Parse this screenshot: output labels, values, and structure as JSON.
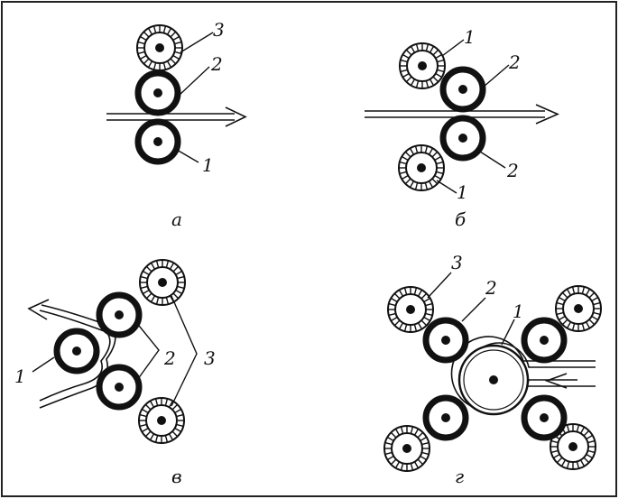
{
  "panels": {
    "a": {
      "caption": "а",
      "labels": {
        "top_roll": "3",
        "mid_roll": "2",
        "bottom_roll": "1"
      }
    },
    "b": {
      "caption": "б",
      "labels": {
        "top_backup": "1",
        "top_work": "2",
        "bottom_work": "2",
        "bottom_backup": "1"
      }
    },
    "v": {
      "caption": "в",
      "labels": {
        "center_roll": "1",
        "work_rolls": "2",
        "backup_rolls": "3"
      }
    },
    "g": {
      "caption": "г",
      "labels": {
        "backup_roll": "3",
        "work_roll": "2",
        "center_roll": "1"
      }
    }
  },
  "colors": {
    "ink": "#111111",
    "frame": "#222222",
    "background": "#ffffff"
  }
}
